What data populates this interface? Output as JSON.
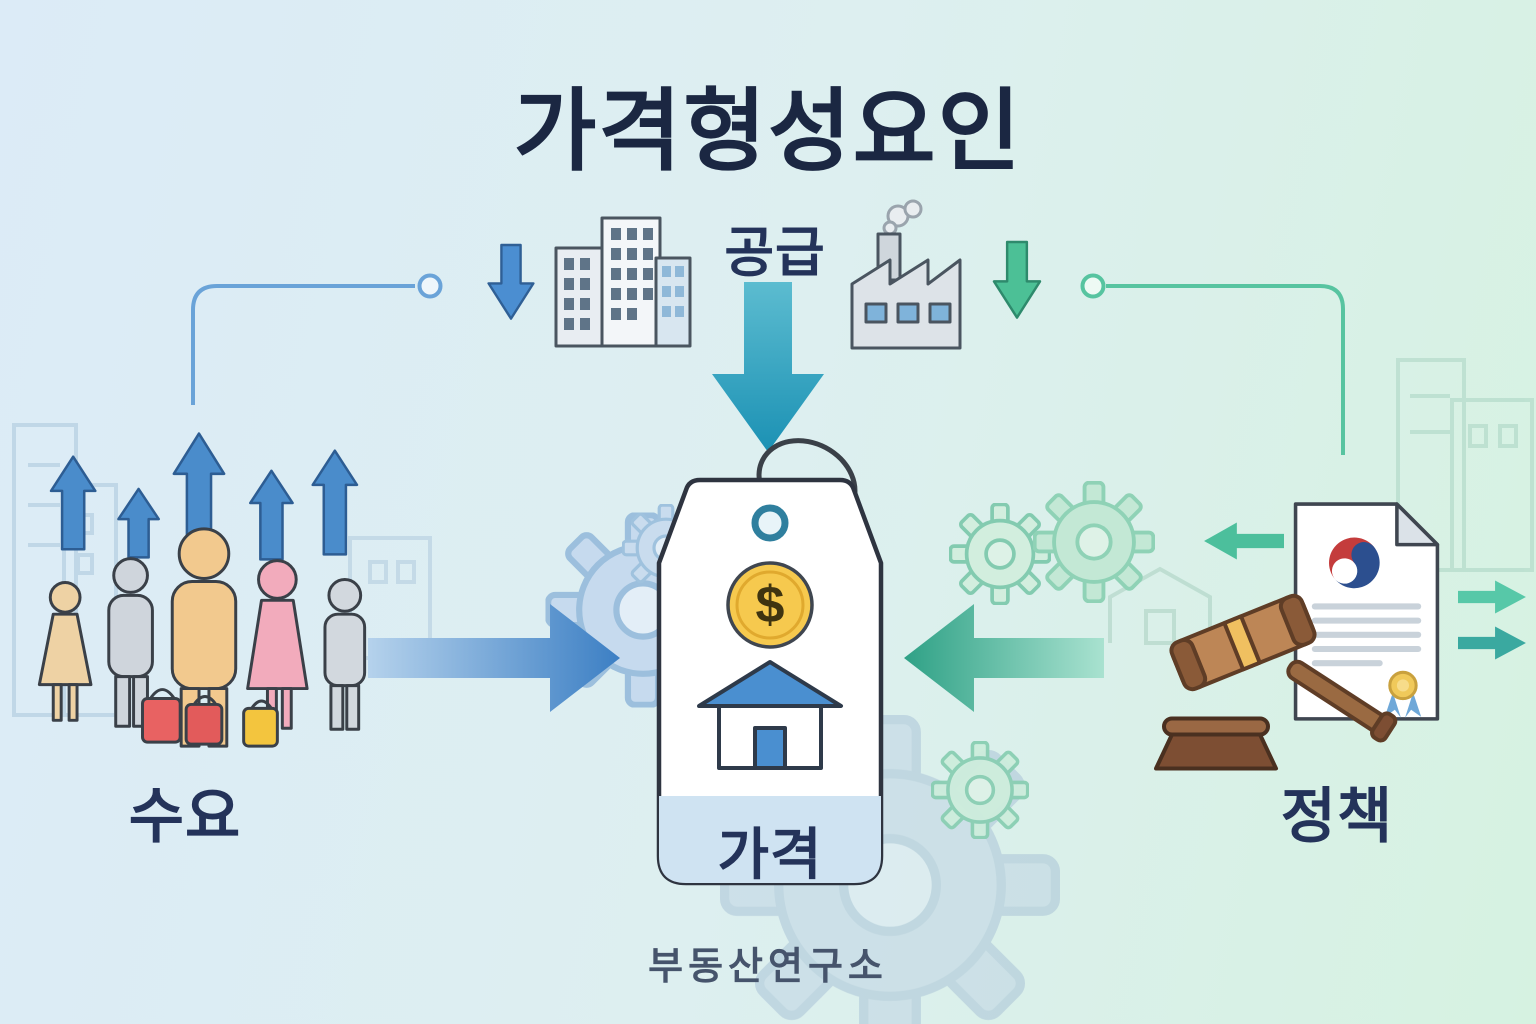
{
  "title": "가격형성요인",
  "footer": "부동산연구소",
  "nodes": {
    "supply": {
      "label": "공급"
    },
    "demand": {
      "label": "수요"
    },
    "policy": {
      "label": "정책"
    },
    "price": {
      "label": "가격",
      "currency_symbol": "$"
    }
  },
  "colors": {
    "background_left": "#dcebf7",
    "background_right": "#d6f2e1",
    "title_text": "#1b2742",
    "demand_blue": "#4b8ed1",
    "supply_teal": "#2aa2c0",
    "policy_green": "#4cbf9c",
    "coin_yellow": "#f5c84a",
    "tag_band_blue": "#cfe3f2",
    "gavel_brown": "#a9764f",
    "bag_red": "#e86262",
    "bag_yellow": "#f3c53e"
  },
  "icons": {
    "buildings": "city-buildings",
    "factory": "factory-with-smoke",
    "crowd": "people-with-shopping-bags",
    "up_arrows": "demand-up-arrows",
    "gavel": "judge-gavel",
    "document": "government-policy-document",
    "price_tag": "price-tag-with-coin-and-house",
    "gears": "background-gears"
  }
}
